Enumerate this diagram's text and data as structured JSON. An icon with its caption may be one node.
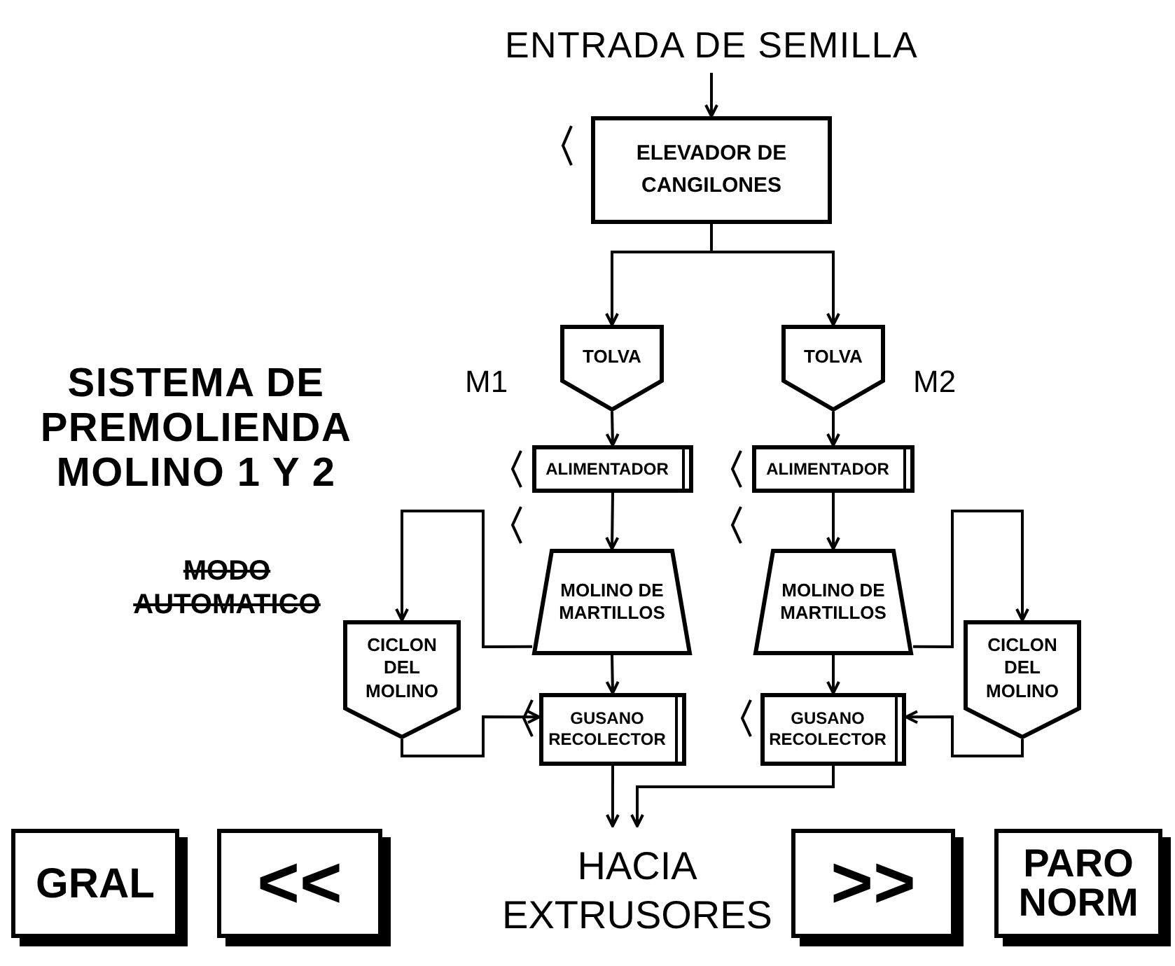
{
  "diagram": {
    "title": "SISTEMA DE PREMOLIENDA MOLINO 1 Y 2",
    "nodes": [
      {
        "text": [
          "ENTRADA DE SEMILLA"
        ]
      },
      {
        "text": [
          "ELEVADOR DE CANGILONES"
        ]
      },
      {
        "text": [
          "TOLVA"
        ]
      },
      {
        "text": [
          "TOLVA"
        ]
      },
      {
        "text": [
          "ALIMENTADOR"
        ]
      },
      {
        "text": [
          "ALIMENTADOR"
        ]
      },
      {
        "text": [
          "MOLINO DE MARTILLOS"
        ]
      },
      {
        "text": [
          "MOLINO DE MARTILLOS"
        ]
      },
      {
        "text": [
          "CICLON DEL MOLINO"
        ]
      },
      {
        "text": [
          "CICLON DEL MOLINO"
        ]
      },
      {
        "text": [
          "GUSANO RECOLECTOR"
        ]
      },
      {
        "text": [
          "GUSANO RECOLECTOR"
        ]
      },
      {
        "text": [
          "HACIA EXTRUSORES"
        ]
      },
      {
        "text": [
          "GRAL"
        ]
      },
      {
        "text": [
          "<<"
        ]
      },
      {
        "text": [
          ">>"
        ]
      },
      {
        "text": [
          "PARO NORM"
        ]
      }
    ],
    "edges": [
      {
        "from": 0,
        "to": 1,
        "arrow": "to"
      },
      {
        "from": 1,
        "to": 2,
        "arrow": "to"
      },
      {
        "from": 1,
        "to": 3,
        "arrow": "to"
      },
      {
        "from": 2,
        "to": 4,
        "arrow": "to"
      },
      {
        "from": 3,
        "to": 5,
        "arrow": "to"
      },
      {
        "from": 4,
        "to": 6,
        "arrow": "to"
      },
      {
        "from": 5,
        "to": 7,
        "arrow": "to"
      },
      {
        "from": 6,
        "to": 10,
        "arrow": "to"
      },
      {
        "from": 7,
        "to": 11,
        "arrow": "to"
      },
      {
        "from": 6,
        "to": 8,
        "arrow": "to"
      },
      {
        "from": 8,
        "to": 10,
        "arrow": "to"
      },
      {
        "from": 7,
        "to": 9,
        "arrow": "to"
      },
      {
        "from": 9,
        "to": 11,
        "arrow": "to"
      },
      {
        "from": 10,
        "to": 12,
        "arrow": "to"
      },
      {
        "from": 11,
        "to": 12,
        "arrow": "to"
      }
    ],
    "labels": [
      "M1",
      "M2",
      "MODO AUTOMATICO"
    ]
  }
}
